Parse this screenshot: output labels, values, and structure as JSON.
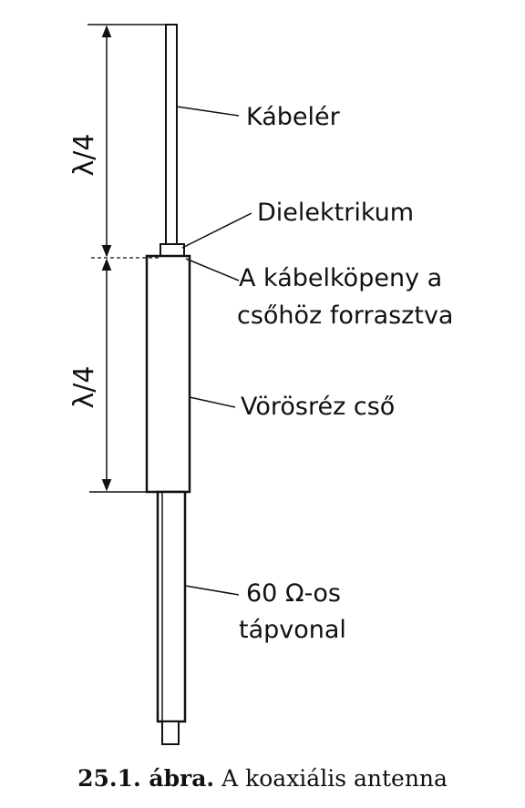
{
  "labels": {
    "cable_core": "Kábelér",
    "dielectric": "Dielektrikum",
    "shield_line1": "A kábelköpeny a",
    "shield_line2": "csőhöz forrasztva",
    "copper_tube": "Vörösréz cső",
    "feed_line1": "60 Ω-os",
    "feed_line2": "tápvonal"
  },
  "dimensions": {
    "upper": "λ/4",
    "lower": "λ/4"
  },
  "caption": {
    "number": "25.1. ábra.",
    "title": "A koaxiális antenna"
  }
}
